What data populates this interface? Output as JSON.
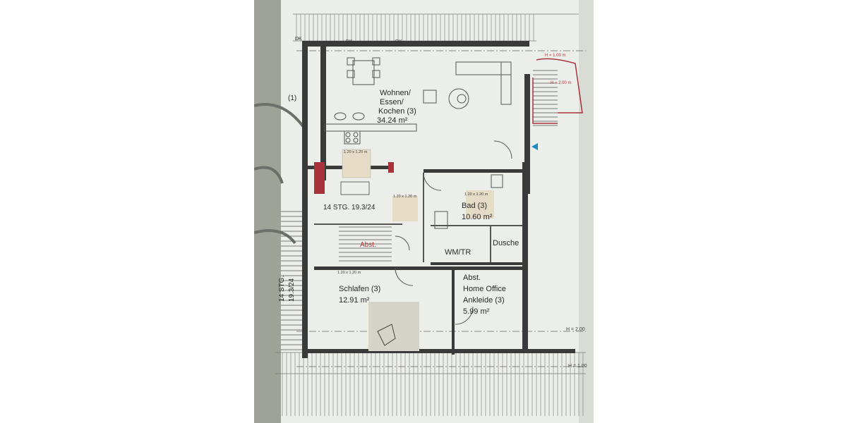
{
  "rooms": {
    "wohnen_line1": "Wohnen/",
    "wohnen_line2": "Essen/",
    "wohnen_line3": "Kochen (3)",
    "wohnen_area": "34.24 m²",
    "bad_name": "Bad (3)",
    "bad_area": "10.60 m²",
    "wmtr": "WM/TR",
    "dusche": "Dusche",
    "schlafen_name": "Schlafen (3)",
    "schlafen_area": "12.91 m²",
    "office_line1": "Abst.",
    "office_line2": "Home Office",
    "office_line3": "Ankleide (3)",
    "office_area": "5.99 m²"
  },
  "stairs": {
    "main_label": "14 STG. 19.3/24",
    "side_label_a": "14 STG.",
    "side_label_b": "19.3/24",
    "abst_label": "Abst."
  },
  "markers": {
    "dk_1": "DK",
    "dk_2": "DK",
    "dk_3": "DK",
    "h1_top": "H = 1.00 m",
    "h2_top": "H = 2.00 m",
    "h2_right": "H = 2.00",
    "h1_right": "H = 1.00",
    "margin_note": "(1)",
    "clear_1": "1.20 x 1.20 m",
    "clear_2": "1.20 x 1.20 m",
    "clear_3": "1.20 x 1.20 m",
    "clear_4": "1.20 x 1.20 m"
  },
  "colors": {
    "paper": "#eceeea",
    "wall": "#3a3a3a",
    "accent_red": "#a8323a",
    "marker_blue": "#1f8ac0",
    "binder": "#a9ad9f"
  }
}
